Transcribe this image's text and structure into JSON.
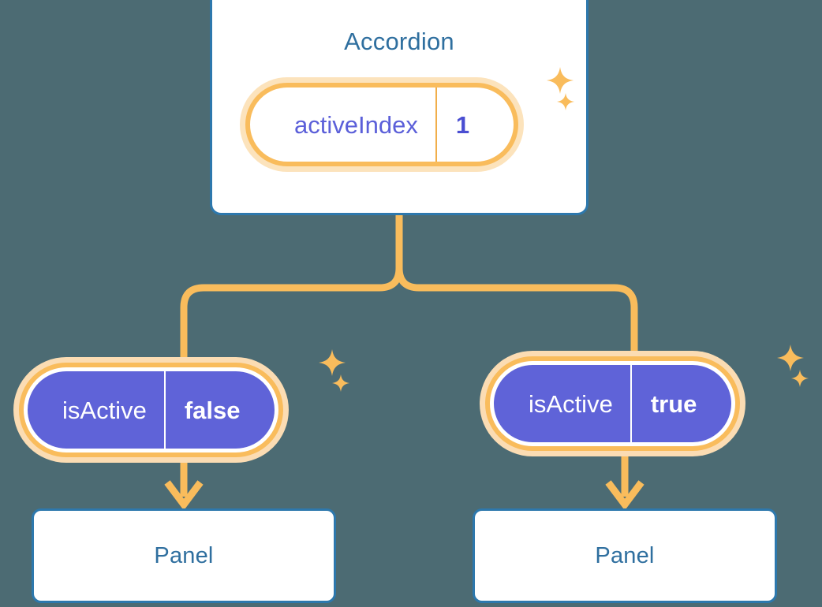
{
  "background_color": "#4c6b73",
  "palette": {
    "card_border": "#2d78ad",
    "card_title": "#2f6f9f",
    "accent_orange": "#f9bc5c",
    "accent_orange_soft": "#fbdcb3",
    "state_purple": "#5f63d8",
    "state_value_text": "#4a4ed2",
    "card_fill": "#ffffff"
  },
  "diagram": {
    "type": "component-tree",
    "root": {
      "title": "Accordion",
      "state": {
        "key": "activeIndex",
        "value": "1"
      }
    },
    "children": [
      {
        "prop": {
          "key": "isActive",
          "value": "false"
        },
        "title": "Panel"
      },
      {
        "prop": {
          "key": "isActive",
          "value": "true"
        },
        "title": "Panel"
      }
    ],
    "decorations": [
      {
        "name": "sparkle-large",
        "at": "root-state-pill"
      },
      {
        "name": "sparkle-small",
        "at": "root-state-pill"
      },
      {
        "name": "sparkle-large",
        "at": "left-prop-pill"
      },
      {
        "name": "sparkle-small",
        "at": "left-prop-pill"
      },
      {
        "name": "sparkle-large",
        "at": "right-prop-pill"
      },
      {
        "name": "sparkle-small",
        "at": "right-prop-pill"
      }
    ]
  }
}
